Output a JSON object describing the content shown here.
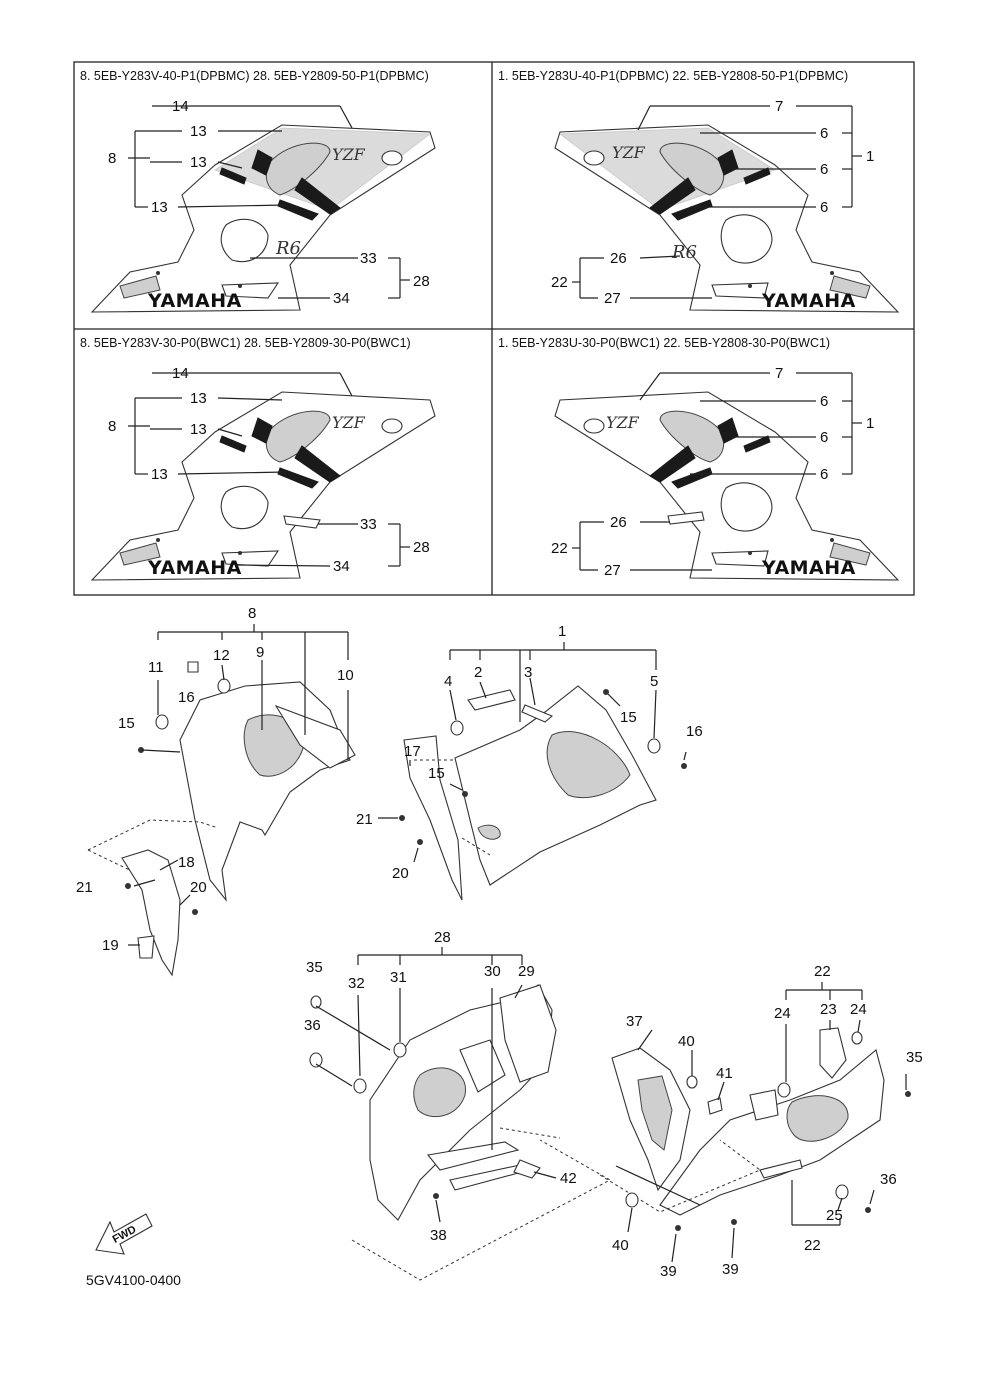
{
  "panels": [
    {
      "header": "8. 5EB-Y283V-40-P1(DPBMC)  28. 5EB-Y2809-50-P1(DPBMC)"
    },
    {
      "header": "1. 5EB-Y283U-40-P1(DPBMC)  22. 5EB-Y2808-50-P1(DPBMC)"
    },
    {
      "header": "8. 5EB-Y283V-30-P0(BWC1)  28. 5EB-Y2809-30-P0(BWC1)"
    },
    {
      "header": "1. 5EB-Y283U-30-P0(BWC1)  22. 5EB-Y2808-30-P0(BWC1)"
    }
  ],
  "brand_text": "YAMAHA",
  "fwd_text": "FWD",
  "diagram_code": "5GV4100-0400",
  "callouts": {
    "p1": [
      "14",
      "13",
      "8",
      "13",
      "13",
      "33",
      "28",
      "34"
    ],
    "p2": [
      "7",
      "6",
      "1",
      "6",
      "6",
      "26",
      "22",
      "27"
    ],
    "p3": [
      "14",
      "13",
      "8",
      "13",
      "13",
      "33",
      "28",
      "34"
    ],
    "p4": [
      "7",
      "6",
      "1",
      "6",
      "6",
      "26",
      "22",
      "27"
    ],
    "left_upper": [
      "8",
      "12",
      "9",
      "11",
      "10",
      "16",
      "15",
      "18",
      "21",
      "20",
      "19"
    ],
    "right_upper": [
      "1",
      "2",
      "3",
      "5",
      "4",
      "15",
      "16",
      "17",
      "15",
      "21",
      "20"
    ],
    "left_lower": [
      "28",
      "35",
      "32",
      "31",
      "30",
      "29",
      "36",
      "42",
      "38"
    ],
    "right_lower": [
      "22",
      "24",
      "23",
      "24",
      "37",
      "40",
      "41",
      "35",
      "25",
      "36",
      "40",
      "39",
      "39",
      "22"
    ]
  }
}
